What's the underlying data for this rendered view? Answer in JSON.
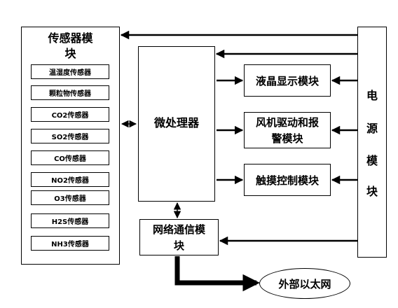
{
  "sensor_module": {
    "title_line1": "传感器模",
    "title_line2": "块",
    "sensors": [
      "温湿度传感器",
      "颗粒物传感器",
      "CO2传感器",
      "SO2传感器",
      "CO传感器",
      "NO2传感器",
      "O3传感器",
      "H2S传感器",
      "NH3传感器"
    ]
  },
  "microprocessor": {
    "label": "微处理器"
  },
  "lcd_module": {
    "label": "液晶显示模块"
  },
  "fan_alarm_module": {
    "line1": "风机驱动和报",
    "line2": "警模块"
  },
  "touch_module": {
    "label": "触摸控制模块"
  },
  "network_module": {
    "line1": "网络通信模",
    "line2": "块"
  },
  "power_module": {
    "chars": [
      "电",
      "源",
      "模",
      "块"
    ]
  },
  "external_network": {
    "label": "外部以太网"
  },
  "colors": {
    "line": "#000000",
    "background": "#ffffff"
  }
}
